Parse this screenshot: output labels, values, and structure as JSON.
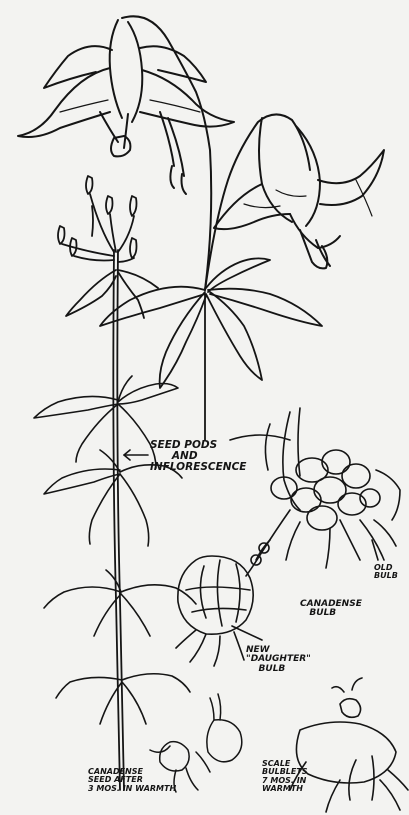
{
  "labels": {
    "seed_pods": "SEED PODS\n      AND\nINFLORESCENCE",
    "old_bulb": "OLD\nBULB",
    "canadense_bulb": "CANADENSE\n   BULB",
    "new_daughter_bulb": "NEW\n\"DAUGHTER\"\n    BULB",
    "canadense_seed": "CANADENSE\nSEED AFTER\n3 MOS. IN WARMTH",
    "scale_bulblets": "SCALE\nBULBLETS\n7 MOS. IN\nWARMTH"
  },
  "colors": {
    "ink": "#151515",
    "paper": "#f3f3f1"
  }
}
